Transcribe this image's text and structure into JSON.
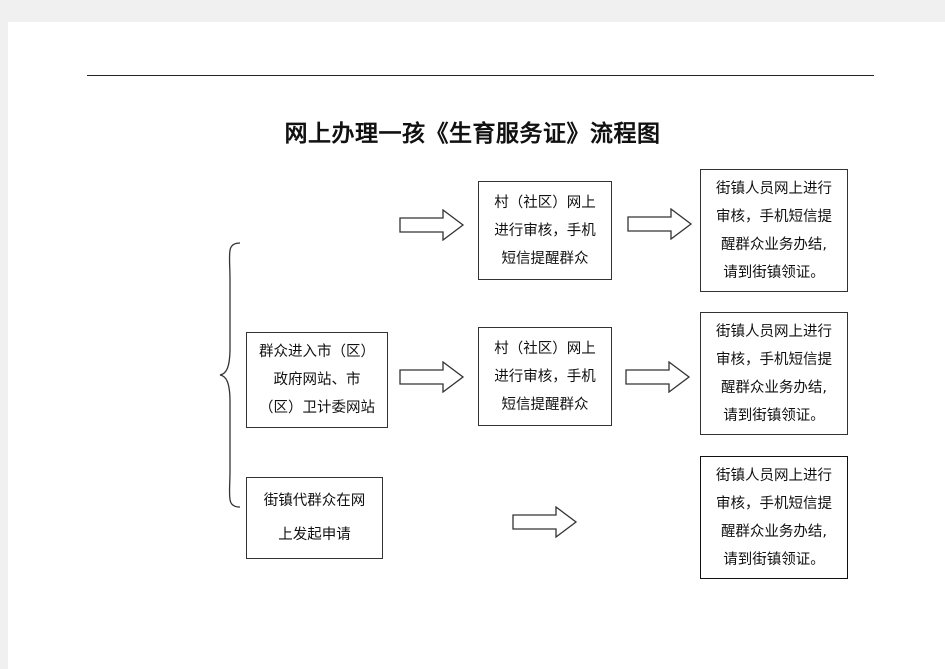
{
  "title": "网上办理一孩《生育服务证》流程图",
  "start_nodes": [
    {
      "lines": [
        "群众进入市（区）",
        "政府网站、市",
        "（区）卫计委网站"
      ]
    },
    {
      "lines": [
        "街镇代群众在网",
        "上发起申请"
      ]
    }
  ],
  "village_nodes": [
    {
      "lines": [
        "村（社区）网上",
        "进行审核，手机",
        "短信提醒群众"
      ]
    },
    {
      "lines": [
        "村（社区）网上",
        "进行审核，手机",
        "短信提醒群众"
      ]
    }
  ],
  "town_nodes": [
    {
      "lines": [
        "街镇人员网上进行",
        "审核，手机短信提",
        "醒群众业务办结,",
        "请到街镇领证。"
      ]
    },
    {
      "lines": [
        "街镇人员网上进行",
        "审核，手机短信提",
        "醒群众业务办结,",
        "请到街镇领证。"
      ]
    },
    {
      "lines": [
        "街镇人员网上进行",
        "审核，手机短信提",
        "醒群众业务办结,",
        "请到街镇领证。"
      ]
    }
  ]
}
